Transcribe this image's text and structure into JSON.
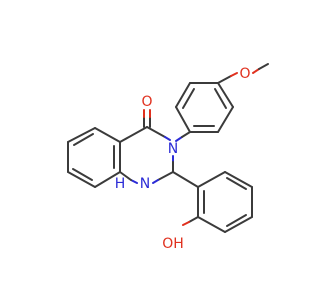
{
  "molecule": {
    "atoms": {
      "carbonyl_oxygen": "O",
      "ring_nitrogen_n3": "N",
      "amine_nitrogen_n1": "N",
      "amine_hydrogen": "H",
      "methoxy_oxygen": "O",
      "hydroxyl": "OH"
    },
    "colors": {
      "bond": "#3b3b3b",
      "oxygen": "#e0301e",
      "nitrogen": "#2b2bd6"
    }
  }
}
